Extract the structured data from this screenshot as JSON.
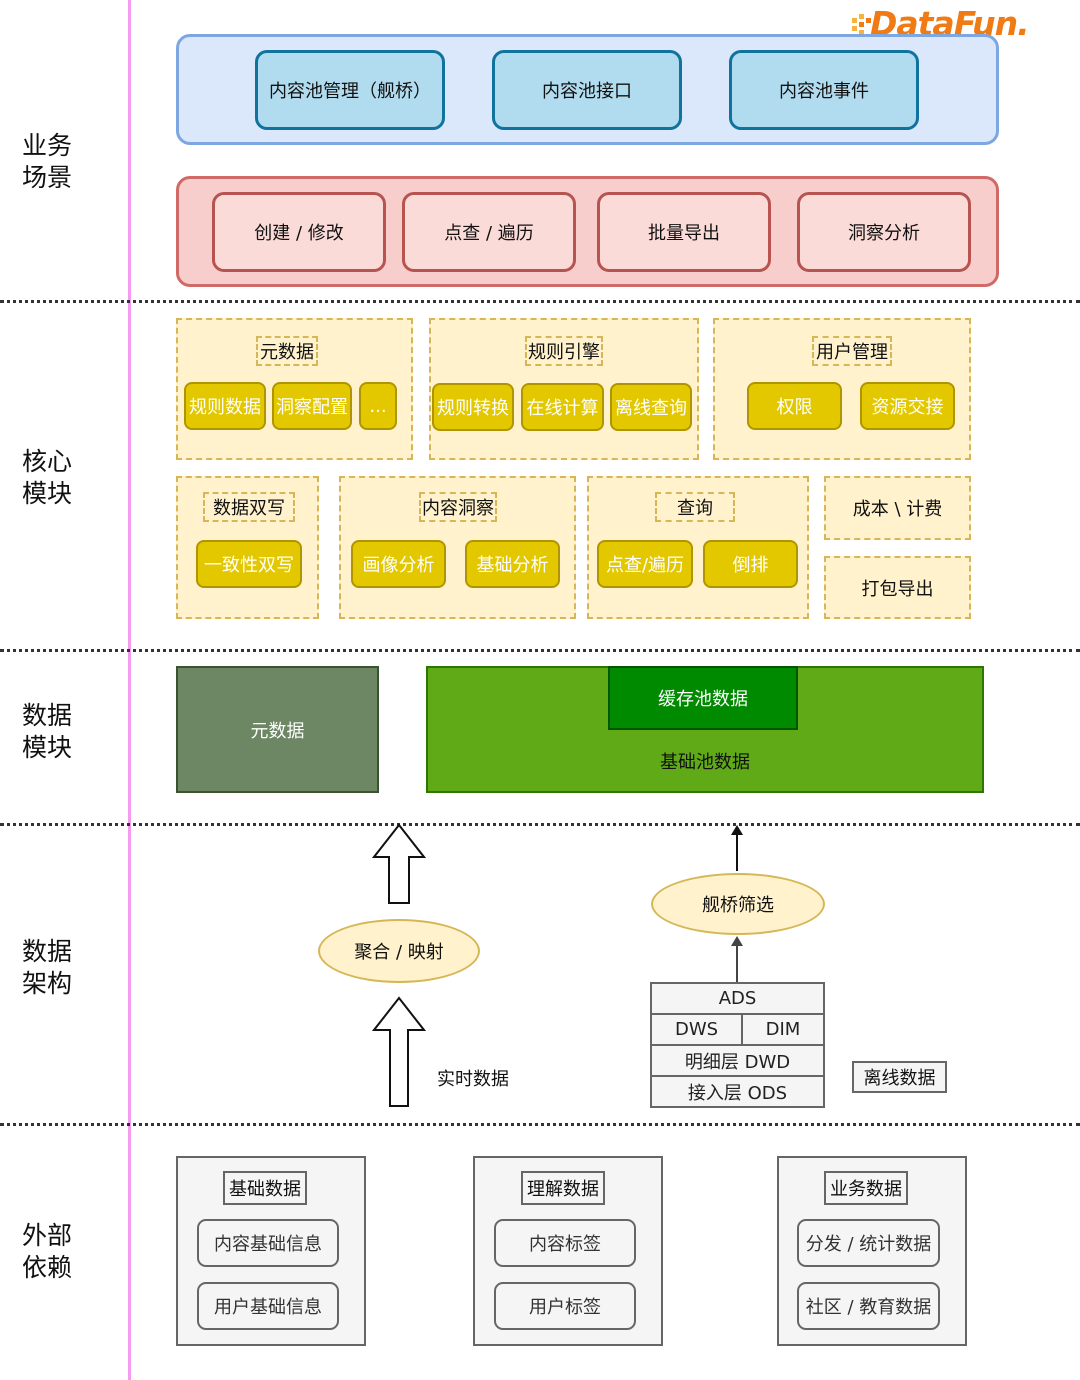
{
  "logo": {
    "text": "DataFun."
  },
  "sections": {
    "business": [
      "业务",
      "场景"
    ],
    "core": [
      "核心",
      "模块"
    ],
    "data_module": [
      "数据",
      "模块"
    ],
    "architecture": [
      "数据",
      "架构"
    ],
    "external": [
      "外部",
      "依赖"
    ]
  },
  "business": {
    "blue": [
      "内容池管理（舰桥）",
      "内容池接口",
      "内容池事件"
    ],
    "red": [
      "创建 / 修改",
      "点查 / 遍历",
      "批量导出",
      "洞察分析"
    ]
  },
  "core": {
    "metadata": {
      "title": "元数据",
      "items": [
        "规则数据",
        "洞察配置",
        "..."
      ]
    },
    "rule_engine": {
      "title": "规则引擎",
      "items": [
        "规则转换",
        "在线计算",
        "离线查询"
      ]
    },
    "user_mgmt": {
      "title": "用户管理",
      "items": [
        "权限",
        "资源交接"
      ]
    },
    "dual_write": {
      "title": "数据双写",
      "items": [
        "一致性双写"
      ]
    },
    "insight": {
      "title": "内容洞察",
      "items": [
        "画像分析",
        "基础分析"
      ]
    },
    "query": {
      "title": "查询",
      "items": [
        "点查/遍历",
        "倒排"
      ]
    },
    "cost": "成本 \\ 计费",
    "export": "打包导出"
  },
  "data_module": {
    "metadata": "元数据",
    "cache_pool": "缓存池数据",
    "base_pool": "基础池数据"
  },
  "architecture": {
    "aggregate": "聚合 / 映射",
    "realtime": "实时数据",
    "bridge_filter": "舰桥筛选",
    "layers": {
      "ads": "ADS",
      "dws": "DWS",
      "dim": "DIM",
      "dwd": "明细层 DWD",
      "ods": "接入层 ODS"
    },
    "offline": "离线数据"
  },
  "external": {
    "basic": {
      "title": "基础数据",
      "items": [
        "内容基础信息",
        "用户基础信息"
      ]
    },
    "understanding": {
      "title": "理解数据",
      "items": [
        "内容标签",
        "用户标签"
      ]
    },
    "business": {
      "title": "业务数据",
      "items": [
        "分发 / 统计数据",
        "社区 / 教育数据"
      ]
    }
  },
  "colors": {
    "divider_pink": "#f39cf0",
    "blue_panel": "#dbe8fb",
    "red_panel": "#f8cecc",
    "core_fill": "#fff2cc",
    "pill_yellow": "#e3c800",
    "meta_green": "#6d8764",
    "base_green": "#60a917",
    "cache_green": "#008a00"
  }
}
